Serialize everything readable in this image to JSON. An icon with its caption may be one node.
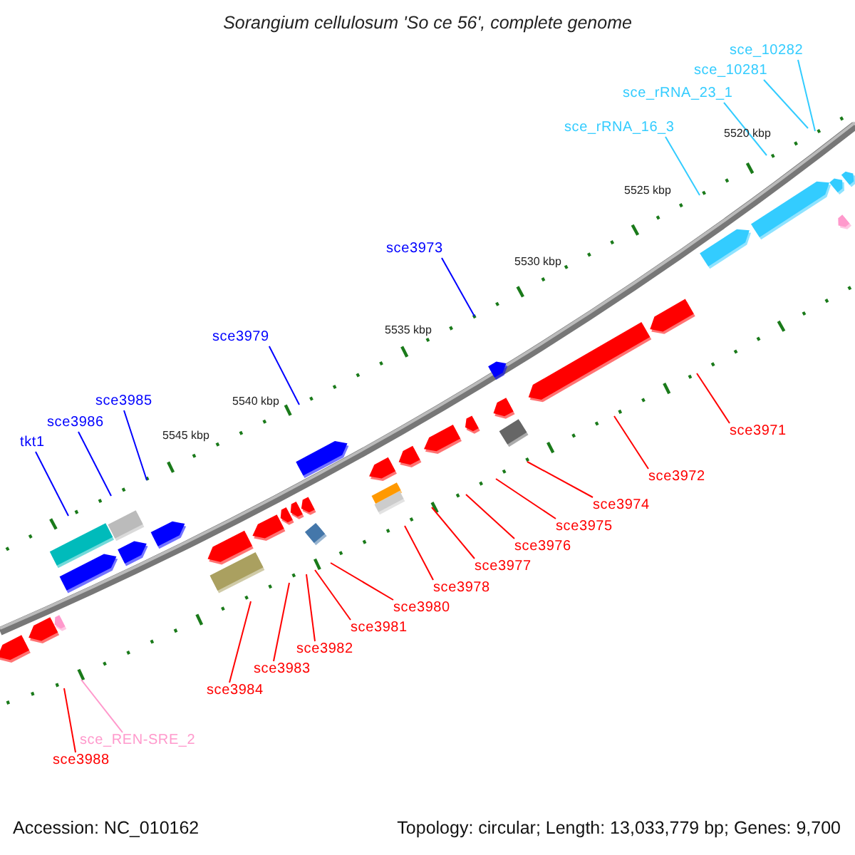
{
  "diagram": {
    "title": "Sorangium cellulosum 'So ce 56', complete genome",
    "nodes": [
      {
        "text": [
          "sce_10282"
        ]
      },
      {
        "text": [
          "sce_10281"
        ]
      },
      {
        "text": [
          "sce_rRNA_23_1"
        ]
      },
      {
        "text": [
          "sce_rRNA_16_3"
        ]
      },
      {
        "text": [
          "sce3973"
        ]
      },
      {
        "text": [
          "sce3979"
        ]
      },
      {
        "text": [
          "sce3985"
        ]
      },
      {
        "text": [
          "sce3986"
        ]
      },
      {
        "text": [
          "tkt1"
        ]
      },
      {
        "text": [
          "sce3971"
        ]
      },
      {
        "text": [
          "sce3972"
        ]
      },
      {
        "text": [
          "sce3974"
        ]
      },
      {
        "text": [
          "sce3975"
        ]
      },
      {
        "text": [
          "sce3976"
        ]
      },
      {
        "text": [
          "sce3977"
        ]
      },
      {
        "text": [
          "sce3978"
        ]
      },
      {
        "text": [
          "sce3980"
        ]
      },
      {
        "text": [
          "sce3981"
        ]
      },
      {
        "text": [
          "sce3982"
        ]
      },
      {
        "text": [
          "sce3983"
        ]
      },
      {
        "text": [
          "sce3984"
        ]
      },
      {
        "text": [
          "sce_REN-SRE_2"
        ]
      },
      {
        "text": [
          "sce3988"
        ]
      }
    ],
    "edges": [
      {
        "from": 0,
        "to": null,
        "arrow": "none",
        "color": "#33ccff"
      },
      {
        "from": 1,
        "to": null,
        "arrow": "none",
        "color": "#33ccff"
      },
      {
        "from": 2,
        "to": null,
        "arrow": "none",
        "color": "#33ccff"
      },
      {
        "from": 3,
        "to": null,
        "arrow": "none",
        "color": "#33ccff"
      },
      {
        "from": 4,
        "to": null,
        "arrow": "none",
        "color": "#0000ff"
      },
      {
        "from": 5,
        "to": null,
        "arrow": "none",
        "color": "#0000ff"
      },
      {
        "from": 6,
        "to": null,
        "arrow": "none",
        "color": "#0000ff"
      },
      {
        "from": 7,
        "to": null,
        "arrow": "none",
        "color": "#0000ff"
      },
      {
        "from": 8,
        "to": null,
        "arrow": "none",
        "color": "#0000ff"
      },
      {
        "from": 9,
        "to": null,
        "arrow": "none"
      },
      {
        "from": 10,
        "to": null,
        "arrow": "none"
      },
      {
        "from": 11,
        "to": null,
        "arrow": "none"
      },
      {
        "from": 12,
        "to": null,
        "arrow": "none"
      },
      {
        "from": 13,
        "to": null,
        "arrow": "none"
      },
      {
        "from": 14,
        "to": null,
        "arrow": "none"
      },
      {
        "from": 15,
        "to": null,
        "arrow": "none"
      },
      {
        "from": 16,
        "to": null,
        "arrow": "none"
      },
      {
        "from": 17,
        "to": null,
        "arrow": "none"
      },
      {
        "from": 18,
        "to": null,
        "arrow": "none"
      },
      {
        "from": 19,
        "to": null,
        "arrow": "none"
      },
      {
        "from": 20,
        "to": null,
        "arrow": "none"
      },
      {
        "from": 21,
        "to": null,
        "arrow": "none",
        "color": "#ff99cc"
      },
      {
        "from": 22,
        "to": null,
        "arrow": "none"
      }
    ],
    "labels": [
      "5520 kbp",
      "5525 kbp",
      "5530 kbp",
      "5535 kbp",
      "5540 kbp",
      "5545 kbp",
      "Accession: NC_010162",
      "Topology: circular; Length: 13,033,779 bp; Genes: 9,700"
    ]
  }
}
